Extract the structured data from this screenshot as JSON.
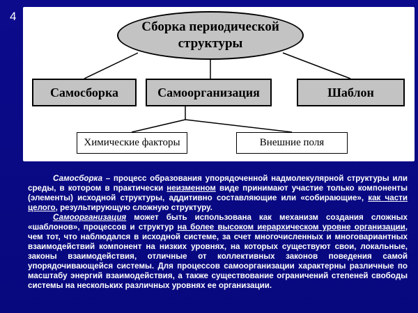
{
  "slide_number": "4",
  "diagram": {
    "root": {
      "line1": "Сборка периодической",
      "line2": "структуры"
    },
    "level1": {
      "self_assembly": "Самосборка",
      "self_organization": "Самоорганизация",
      "template": "Шаблон"
    },
    "level2": {
      "chemical_factors": "Химические факторы",
      "external_fields": "Внешние поля"
    }
  },
  "text": {
    "p1": {
      "term": "Самосборка",
      "s1": " – процесс образования упорядоченной надмолекулярной структуры или среды, в котором в практически ",
      "u1": "неизменном",
      "s2": " виде принимают участие только компоненты (элементы) исходной структуры, аддитивно составляющие или «собирающие», ",
      "u2": "как части целого",
      "s3": ", результирующую сложную структуру."
    },
    "p2": {
      "term": "Самоорганизация",
      "s1": " может быть использована как механизм создания сложных «шаблонов», процессов и структур ",
      "u1": "на более высоком иерархическом уровне организации",
      "s2": ", чем тот, что наблюдался в исходной системе, за счет многочисленных и многовариантных взаимодействий компонент на низких уровнях, на которых существуют свои, локальные, законы взаимодействия, отличные от коллективных законов поведения самой упорядочивающейся системы. Для процессов самоорганизации характерны различные по масштабу энергий взаимодействия, а также существование ограничений степеней свободы системы на нескольких различных уровнях ее организации."
    }
  }
}
